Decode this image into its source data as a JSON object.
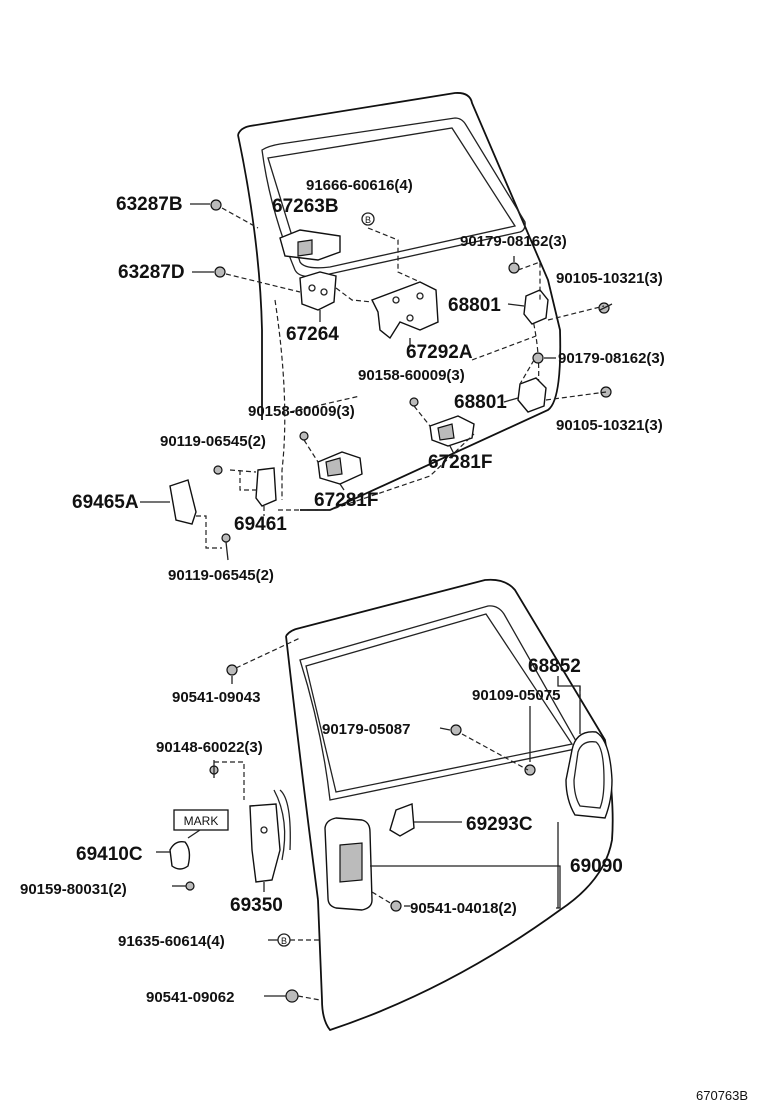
{
  "labels": {
    "p63287B": "63287B",
    "p67263B": "67263B",
    "p91666": "91666-60616(4)",
    "p90179_08162_a": "90179-08162(3)",
    "p63287D": "63287D",
    "p90105_a": "90105-10321(3)",
    "p68801_a": "68801",
    "p67264": "67264",
    "p67292A": "67292A",
    "p90179_08162_b": "90179-08162(3)",
    "p90158_a": "90158-60009(3)",
    "p68801_b": "68801",
    "p90158_b": "90158-60009(3)",
    "p90105_b": "90105-10321(3)",
    "p90119_a": "90119-06545(2)",
    "p67281F_a": "67281F",
    "p69465A": "69465A",
    "p67281F_b": "67281F",
    "p69461": "69461",
    "p90119_b": "90119-06545(2)",
    "p68852": "68852",
    "p90541_09043": "90541-09043",
    "p90109": "90109-05075",
    "p90179_05087": "90179-05087",
    "p90148": "90148-60022(3)",
    "mark": "MARK",
    "p69293C": "69293C",
    "p69410C": "69410C",
    "p69090": "69090",
    "p90159": "90159-80031(2)",
    "p69350": "69350",
    "p90541_04018": "90541-04018(2)",
    "p91635": "91635-60614(4)",
    "p90541_09062": "90541-09062",
    "ref": "670763B"
  },
  "symbols": {
    "b_marker_top": "B",
    "b_marker_bottom": "B"
  }
}
